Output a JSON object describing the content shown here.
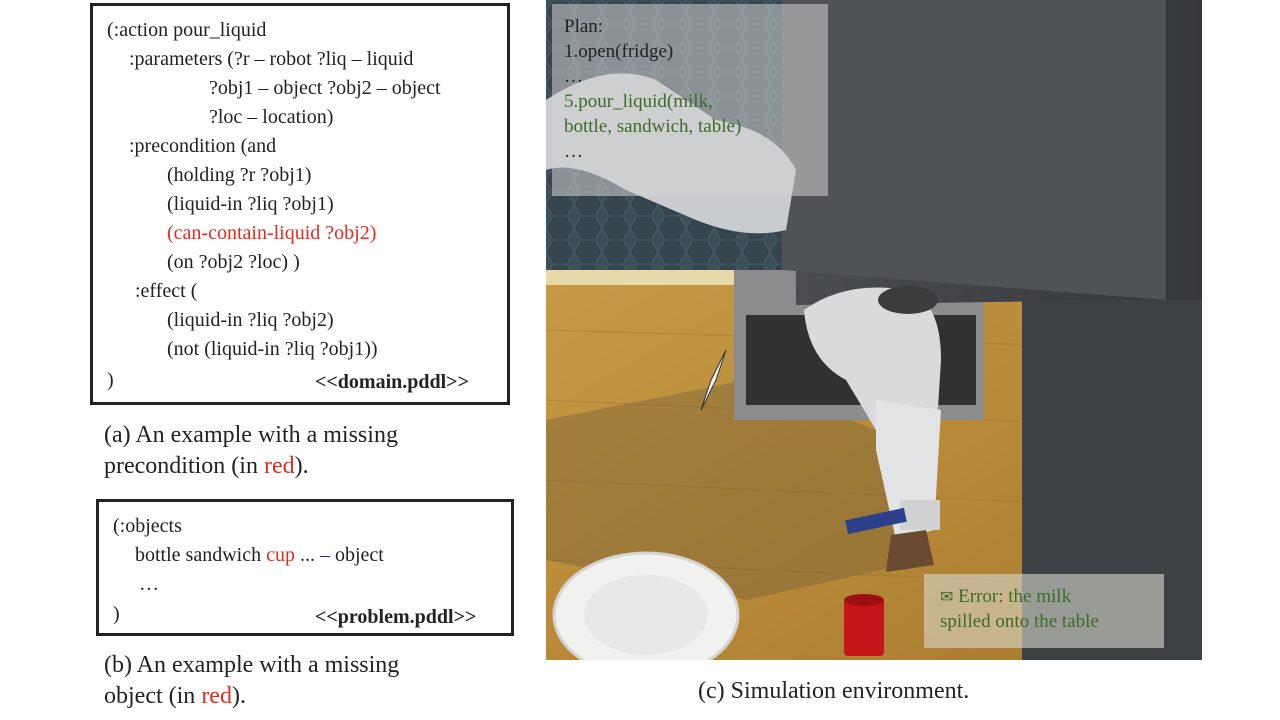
{
  "domain_pddl": {
    "lines": [
      "(:action pour_liquid",
      ":parameters (?r – robot ?liq – liquid",
      "?obj1 – object ?obj2 – object",
      "?loc – location)",
      ":precondition (and",
      "(holding ?r ?obj1)",
      "(liquid-in ?liq ?obj1)",
      "(can-contain-liquid ?obj2)",
      "(on ?obj2 ?loc) )",
      ":effect (",
      "(liquid-in ?liq ?obj2)",
      "(not (liquid-in ?liq ?obj1))",
      ")"
    ],
    "file_label": "<<domain.pddl>>"
  },
  "caption_a": {
    "line1": "(a) An example with a missing",
    "line2_prefix": "precondition (in ",
    "line2_red": "red",
    "line2_suffix": ")."
  },
  "problem_pddl": {
    "line1": "(:objects",
    "line2_prefix": "bottle sandwich ",
    "line2_red": "cup",
    "line2_mid": " ... ",
    "line2_dash": "–",
    "line2_suffix": " object",
    "line3": "…",
    "line4": ")",
    "file_label": "<<problem.pddl>>"
  },
  "caption_b": {
    "line1": "(b) An example with a missing",
    "line2_prefix": "object (in ",
    "line2_red": "red",
    "line2_suffix": ")."
  },
  "simulation": {
    "plan_title": "Plan:",
    "step1": "1.open(fridge)",
    "ellipsis1": "…",
    "step5_line1": "5.pour_liquid(milk,",
    "step5_line2": "bottle, sandwich, table)",
    "ellipsis2": "…",
    "error_icon": "envelope-icon",
    "error_line1": "Error: the milk",
    "error_line2": "spilled onto the table"
  },
  "caption_c": "(c) Simulation environment.",
  "colors": {
    "highlight_red": "#e8291c",
    "plan_green": "#3d6b2a",
    "dash_blue": "#2a2aa8"
  }
}
